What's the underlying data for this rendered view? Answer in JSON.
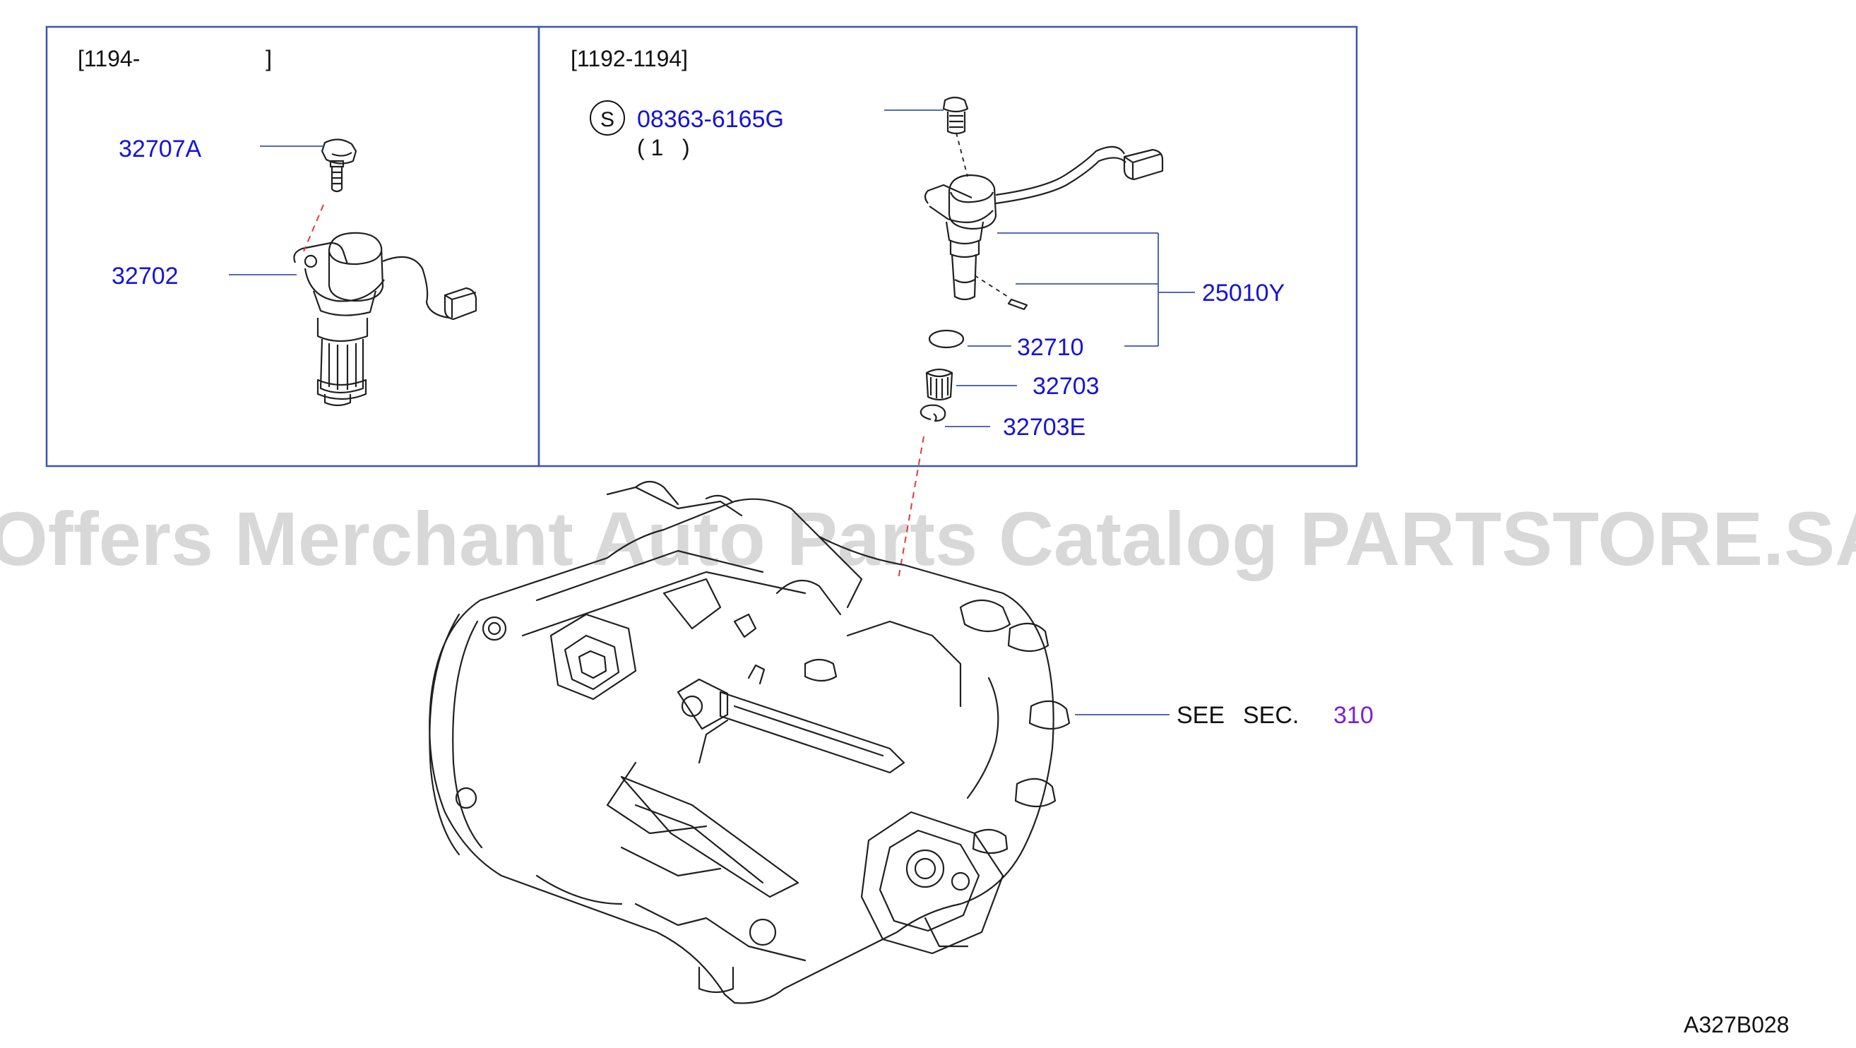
{
  "colors": {
    "frame": "#3b55b0",
    "part_number": "#1414d8",
    "section_link": "#7a1fd6",
    "leader": "#3b55b0",
    "dash": "#e53935",
    "drawing": "#202020",
    "watermark": "#d4d4d4"
  },
  "panels": {
    "left": {
      "date_range": "[1194-                    ]"
    },
    "right": {
      "date_range": "[1192-1194]"
    }
  },
  "symbols": {
    "standard_part": "S"
  },
  "parts": {
    "p32707A": "32707A",
    "p32702": "32702",
    "p08363": "08363-6165G",
    "p08363_qty": "( 1   )",
    "p25010Y": "25010Y",
    "p32710": "32710",
    "p32703": "32703",
    "p32703E": "32703E"
  },
  "see_section": {
    "see": "SEE",
    "sec": "SEC.",
    "number": "310"
  },
  "watermark": "Offers Merchant Auto Parts Catalog PARTSTORE.SA",
  "drawing_code": "A327B028"
}
